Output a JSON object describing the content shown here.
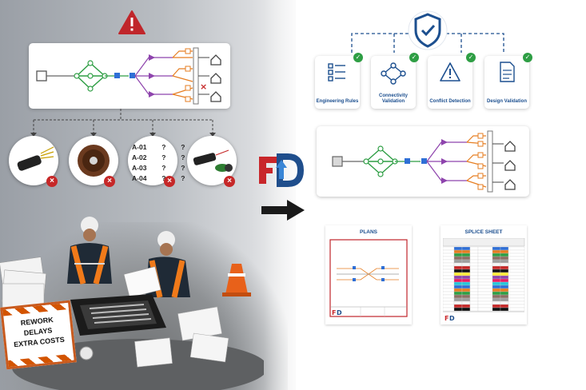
{
  "warning_icon": "warning-triangle-icon",
  "ports": [
    {
      "label": "A-01",
      "v1": "?",
      "v2": "?"
    },
    {
      "label": "A-02",
      "v1": "?",
      "v2": "?"
    },
    {
      "label": "A-03",
      "v1": "?",
      "v2": "?"
    },
    {
      "label": "A-04",
      "v1": "?",
      "v2": "?"
    }
  ],
  "sign": {
    "line1": "REWORK",
    "line2": "DELAYS",
    "line3": "EXTRA COSTS"
  },
  "features": [
    {
      "label": "Engineering Rules",
      "icon": "checklist-icon"
    },
    {
      "label": "Connectivity Validation",
      "icon": "network-nodes-icon"
    },
    {
      "label": "Conflict Detection",
      "icon": "alert-triangle-icon"
    },
    {
      "label": "Design Validation",
      "icon": "document-icon"
    }
  ],
  "docs": {
    "plans": "PLANS",
    "splice": "SPLICE SHEET"
  },
  "colors": {
    "accent_blue": "#1c4f8f",
    "alert_red": "#c62828",
    "check_green": "#2e9e44",
    "orange": "#e67e22",
    "purple": "#8e44ad"
  }
}
